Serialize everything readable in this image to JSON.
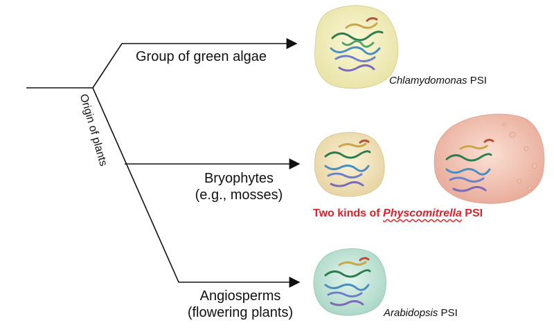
{
  "tree": {
    "root_label": "Origin of plants",
    "branches": [
      {
        "label_lines": [
          "Group of green algae"
        ],
        "caption_italic": "Chlamydomonas",
        "caption_suffix": " PSI"
      },
      {
        "label_lines": [
          "Bryophytes",
          "(e.g., mosses)"
        ],
        "caption_prefix": "Two kinds of ",
        "caption_italic": "Physcomitrella",
        "caption_suffix": " PSI"
      },
      {
        "label_lines": [
          "Angiosperms",
          "(flowering plants)"
        ],
        "caption_italic": "Arabidopsis",
        "caption_suffix": " PSI"
      }
    ]
  },
  "colors": {
    "line": "#111111",
    "highlight_text": "#e0202a",
    "algae_blob": "#f2efc0",
    "moss_blob_1": "#f3e6c0",
    "moss_blob_2": "#f2c8b8",
    "angio_blob": "#cfe9df"
  },
  "icons": {
    "protein_structures": "psi-complex-rendering"
  }
}
